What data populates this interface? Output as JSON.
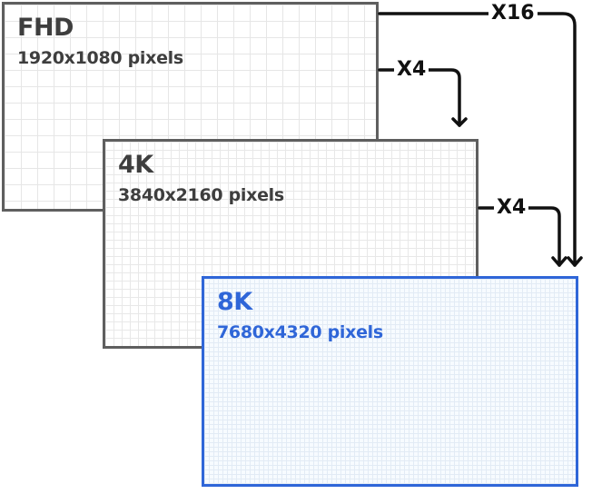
{
  "boxes": {
    "fhd": {
      "title": "FHD",
      "resolution": "1920x1080 pixels"
    },
    "k4": {
      "title": "4K",
      "resolution": "3840x2160 pixels"
    },
    "k8": {
      "title": "8K",
      "resolution": "7680x4320 pixels"
    }
  },
  "arrows": {
    "fhd_to_8k": "X16",
    "fhd_to_4k": "X4",
    "k4_to_8k": "X4"
  },
  "colors": {
    "frame": "#5f5f5f",
    "accent": "#2f66d8",
    "arrow": "#111111"
  }
}
